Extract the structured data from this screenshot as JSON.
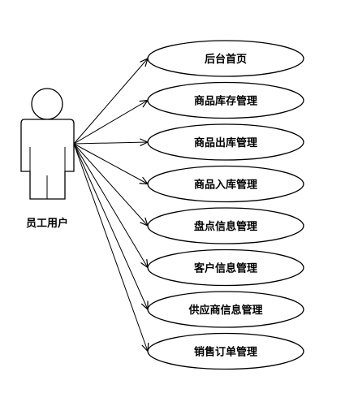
{
  "actor": {
    "label": "员工用户",
    "icon": "stick-figure-icon"
  },
  "use_cases": [
    {
      "label": "后台首页"
    },
    {
      "label": "商品库存管理"
    },
    {
      "label": "商品出库管理"
    },
    {
      "label": "商品入库管理"
    },
    {
      "label": "盘点信息管理"
    },
    {
      "label": "客户信息管理"
    },
    {
      "label": "供应商信息管理"
    },
    {
      "label": "销售订单管理"
    }
  ]
}
